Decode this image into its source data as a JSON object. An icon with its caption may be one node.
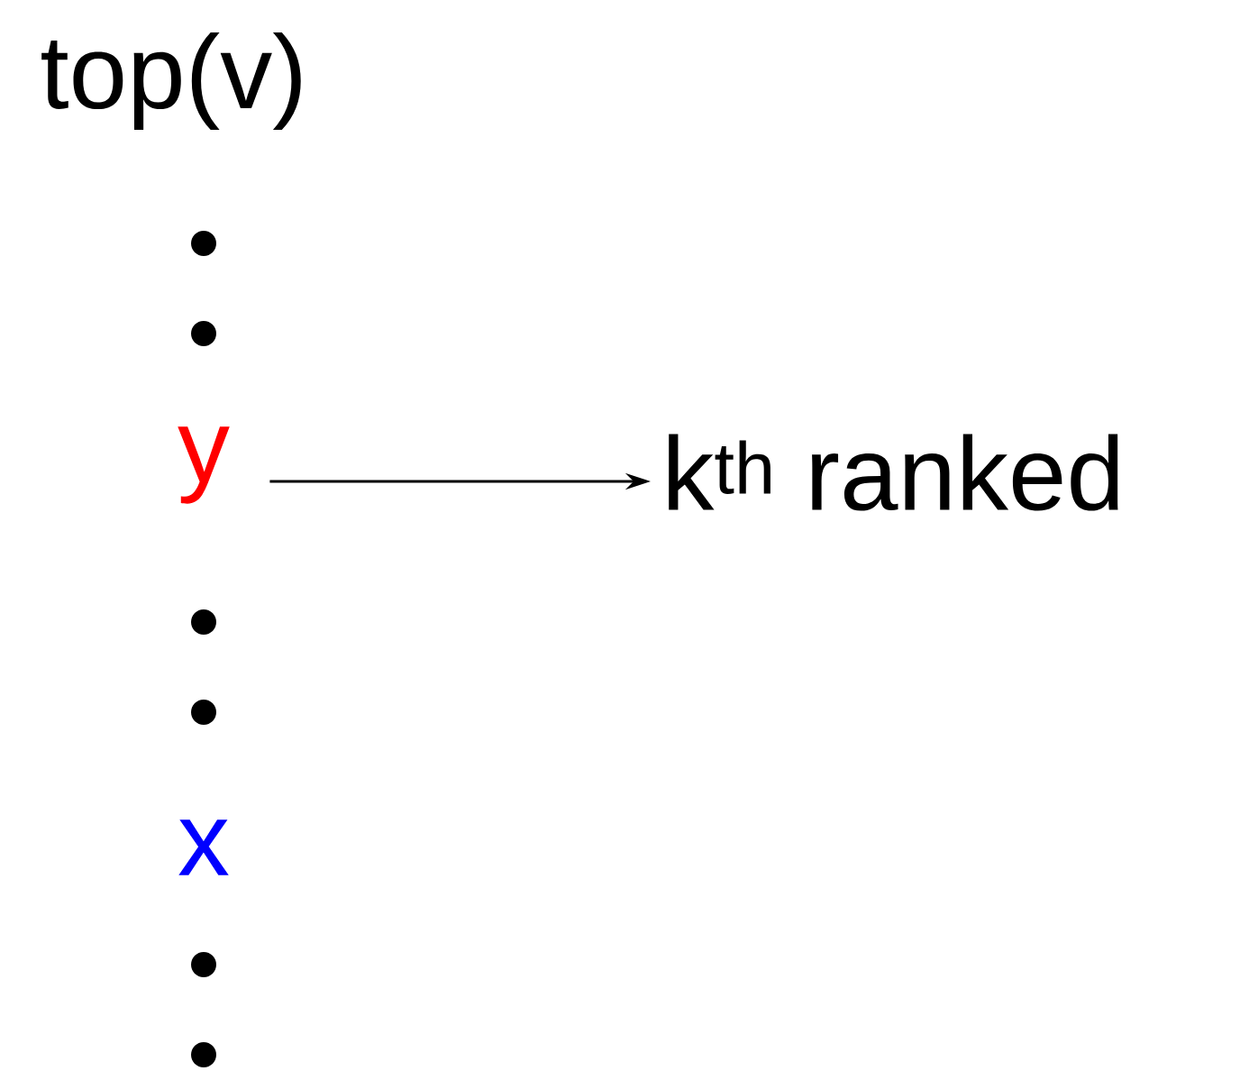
{
  "diagram": {
    "nodes": [
      {
        "text": [
          "y"
        ]
      },
      {
        "text": [
          "k$^{th}$ ranked"
        ]
      }
    ],
    "edges": [
      {
        "from": 0,
        "to": 1,
        "arrow": "to"
      }
    ],
    "labels": [
      "top(v)",
      "x"
    ]
  }
}
